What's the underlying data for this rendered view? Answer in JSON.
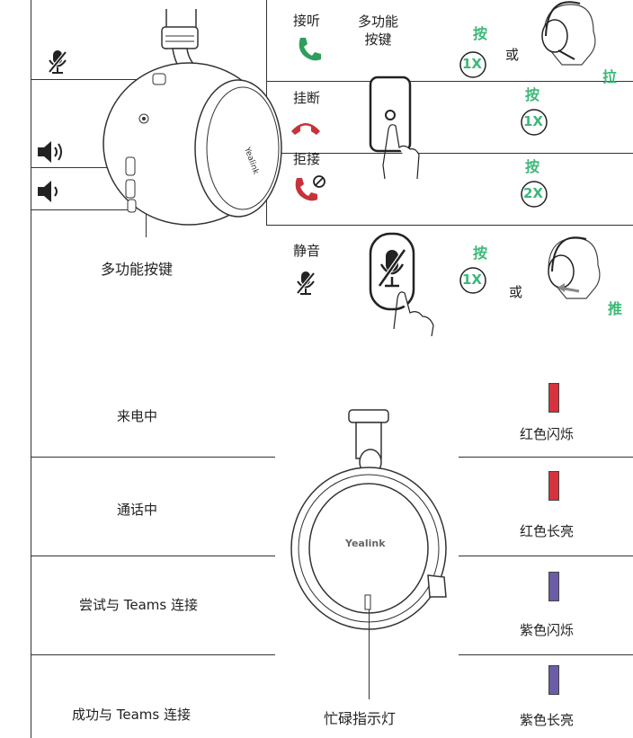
{
  "controls": {
    "answer": "接听",
    "hangup": "挂断",
    "reject": "拒接",
    "mute": "静音",
    "mfb_header": "多功能\n按键",
    "mfb_label": "多功能按键",
    "press": "按",
    "pull": "拉",
    "push": "推",
    "or": "或",
    "times_1": "1X",
    "times_2": "2X"
  },
  "leds": {
    "busy_label": "忙碌指示灯",
    "rows": [
      {
        "state": "来电中",
        "light": "红色闪烁",
        "color": "#d8323c"
      },
      {
        "state": "通话中",
        "light": "红色长亮",
        "color": "#d8323c"
      },
      {
        "state": "尝试与 Teams 连接",
        "light": "紫色闪烁",
        "color": "#6b5ca5"
      },
      {
        "state": "成功与 Teams 连接",
        "light": "紫色长亮",
        "color": "#6b5ca5"
      }
    ]
  },
  "brand": "Yealink",
  "colors": {
    "accent_green": "#3cb878",
    "phone_green": "#2e9e5c",
    "phone_red": "#c8323a"
  }
}
